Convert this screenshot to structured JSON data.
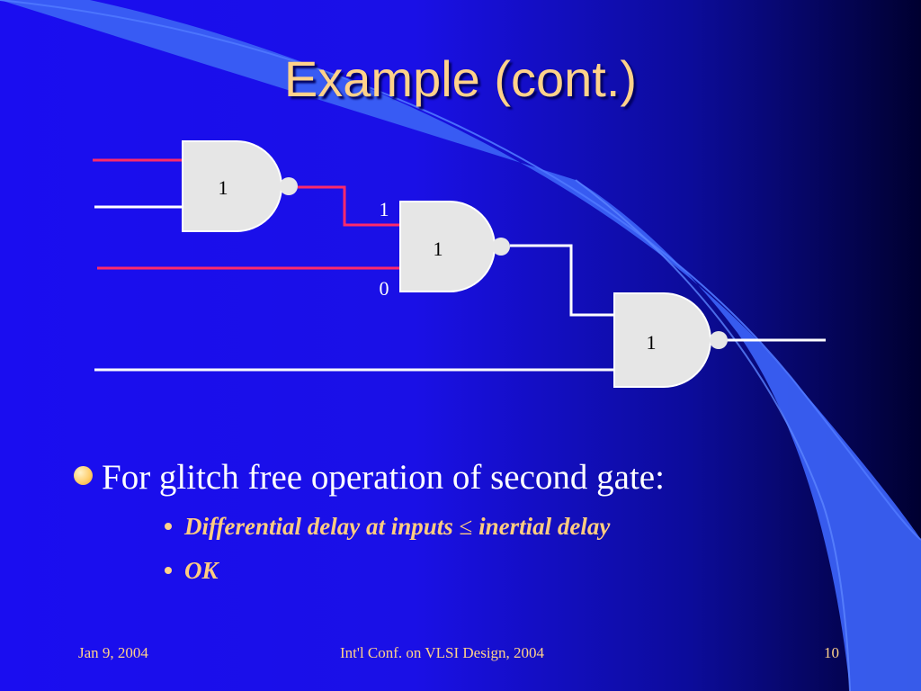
{
  "slide": {
    "title": "Example (cont.)"
  },
  "diagram": {
    "gates": [
      {
        "label": "1"
      },
      {
        "label": "1"
      },
      {
        "label": "1"
      }
    ],
    "input_labels": {
      "gate2_top": "1",
      "gate2_bottom": "0"
    },
    "colors": {
      "wire_highlight": "#ff2a6a",
      "wire_normal": "#ffffff",
      "gate_fill": "#e6e6e6"
    }
  },
  "bullets": {
    "main": "For glitch free operation of second gate:",
    "sub1_before": "Differential delay at inputs ",
    "sub1_symbol": "≤",
    "sub1_after": " inertial delay",
    "sub2": "OK"
  },
  "footer": {
    "date": "Jan 9, 2004",
    "conference": "Int'l Conf. on VLSI Design, 2004",
    "page": "10"
  }
}
